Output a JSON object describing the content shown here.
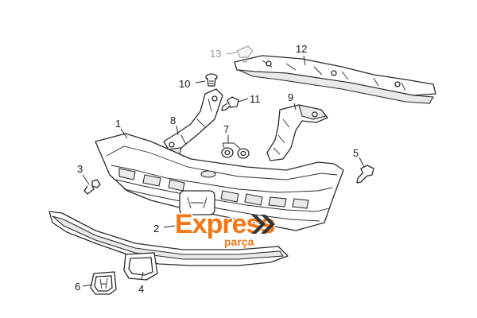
{
  "diagram": {
    "callouts": {
      "p1": "1",
      "p2": "2",
      "p3": "3",
      "p4": "4",
      "p5": "5",
      "p6": "6",
      "p7": "7",
      "p8": "8",
      "p9": "9",
      "p10": "10",
      "p11": "11",
      "p12": "12",
      "p13": "13"
    },
    "watermark": {
      "main": "Express",
      "sub": "parça",
      "color": "#f07818"
    }
  }
}
